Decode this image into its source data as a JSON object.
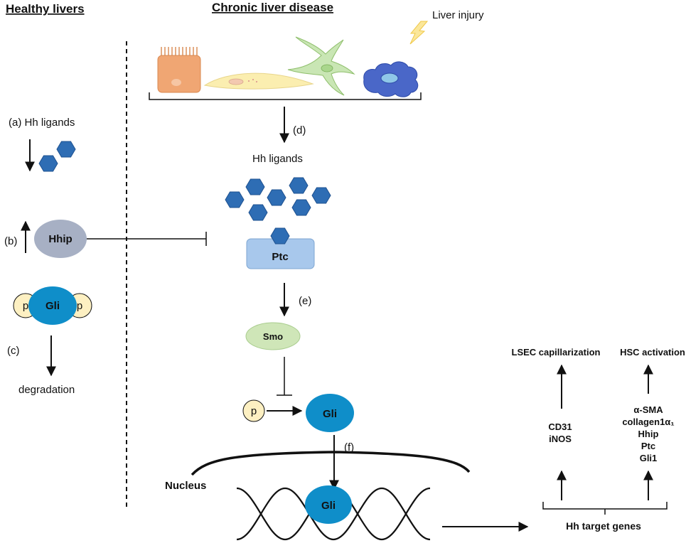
{
  "titles": {
    "left": "Healthy livers",
    "right": "Chronic liver disease"
  },
  "left_panel": {
    "a_label": "(a) Hh ligands",
    "b_label": "(b)",
    "hhip": "Hhip",
    "p_left": "p",
    "gli": "Gli",
    "p_right": "p",
    "c_label": "(c)",
    "degradation": "degradation"
  },
  "right_panel": {
    "liver_injury": "Liver injury",
    "d_label": "(d)",
    "hh_ligands": "Hh ligands",
    "ptc": "Ptc",
    "e_label": "(e)",
    "smo": "Smo",
    "p": "p",
    "gli": "Gli",
    "f_label": "(f)",
    "nucleus": "Nucleus",
    "gli_nucleus": "Gli",
    "target_genes": "Hh target genes",
    "lsec": "LSEC capillarization",
    "hsc": "HSC activation",
    "lsec_genes": [
      "CD31",
      "iNOS"
    ],
    "hsc_genes": [
      "α-SMA",
      "collagen1α₁",
      "Hhip",
      "Ptc",
      "Gli1"
    ]
  },
  "colors": {
    "hexagon": "#2e6db4",
    "gli": "#0f8ec9",
    "hhip": "#a7b0c4",
    "ptc": "#a8c8ec",
    "smo": "#cfe6b8",
    "phosphate": "#fdf0c2",
    "lightning": "#fbe79a"
  }
}
